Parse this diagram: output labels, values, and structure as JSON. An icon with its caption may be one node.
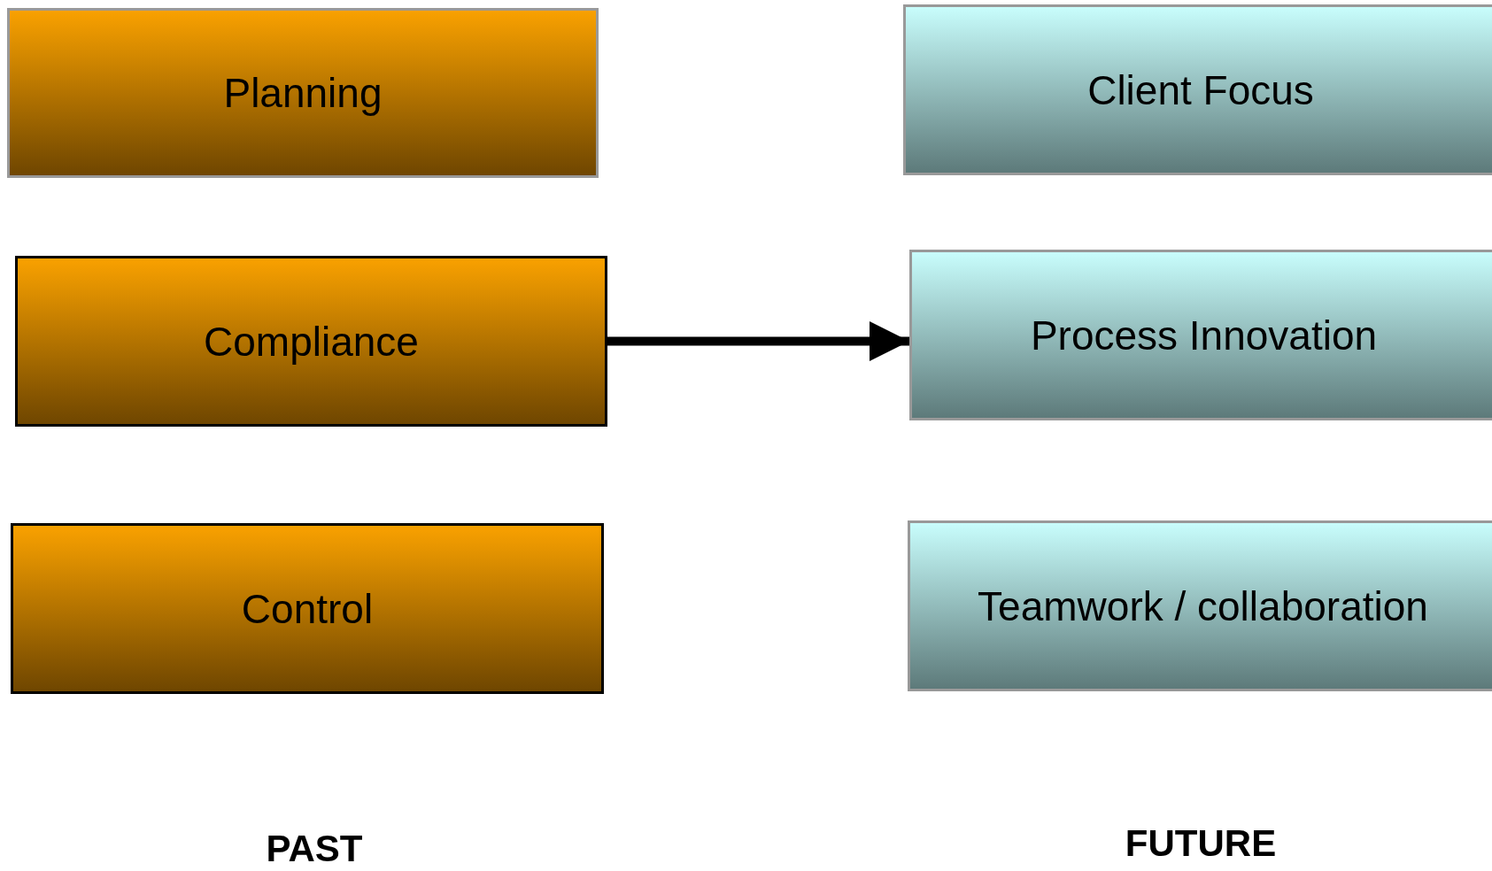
{
  "diagram": {
    "nodes": [
      {
        "text": [
          "Planning"
        ]
      },
      {
        "text": [
          "Compliance"
        ]
      },
      {
        "text": [
          "Control"
        ]
      },
      {
        "text": [
          "Client Focus"
        ]
      },
      {
        "text": [
          "Process Innovation"
        ]
      },
      {
        "text": [
          "Teamwork / collaboration"
        ]
      }
    ],
    "edges": [
      {
        "from": 1,
        "to": 4,
        "arrow": "to"
      }
    ],
    "labels": [
      "PAST",
      "FUTURE"
    ]
  }
}
